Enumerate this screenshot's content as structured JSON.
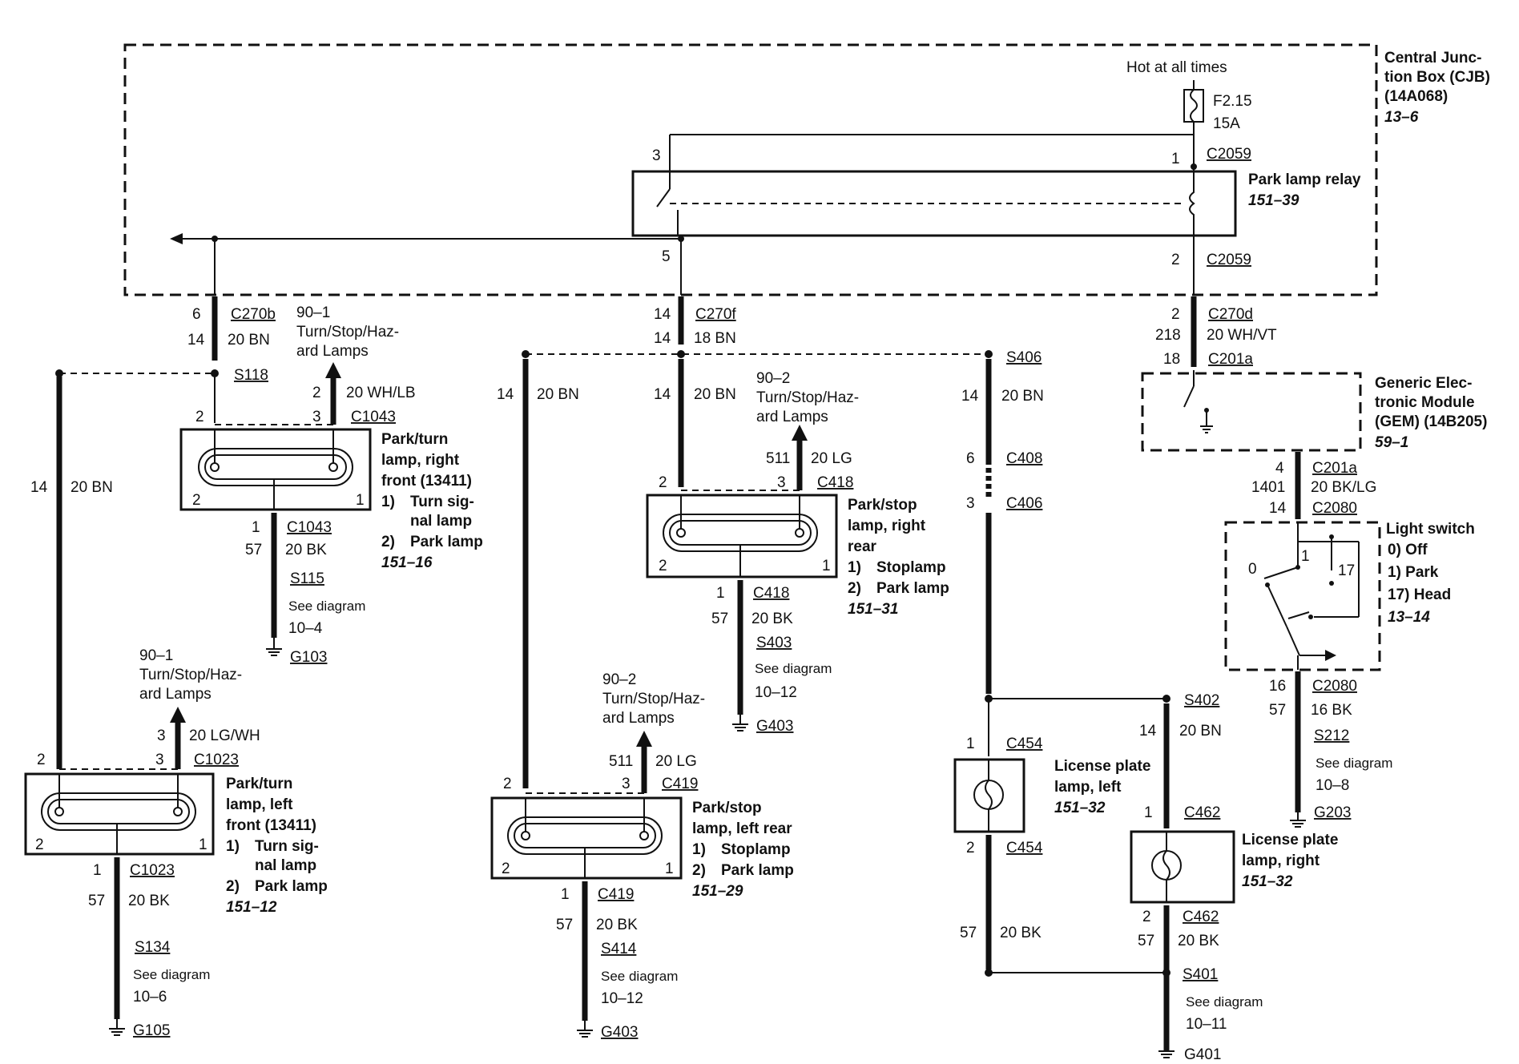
{
  "cjb": {
    "name_lines": [
      "Central Junc-",
      "tion Box (CJB)",
      "(14A068)"
    ],
    "ref": "13–6",
    "hot": "Hot at all times",
    "fuse": "F2.15",
    "fuse_rating": "15A",
    "relay_name": "Park lamp relay",
    "relay_ref": "151–39",
    "pin3": "3",
    "pin1": "1",
    "pin5": "5",
    "pin2": "2",
    "conn_top": "C2059",
    "conn_bottom": "C2059"
  },
  "left_feed": {
    "pin": "6",
    "conn": "C270b",
    "circuit": "14",
    "wire": "20 BN",
    "splice": "S118"
  },
  "ref_901_top": {
    "lines": [
      "90–1",
      "Turn/Stop/Haz-",
      "ard Lamps"
    ]
  },
  "park_rf": {
    "conn_pin_a": "2",
    "conn_pin_b": "3",
    "conn": "C1043",
    "circuit": "2",
    "wire": "20 WH/LB",
    "pin_l": "2",
    "pin_r": "1",
    "name_lines": [
      "Park/turn",
      "lamp, right",
      "front (13411)"
    ],
    "items": [
      "1)   Turn signal lamp",
      "2)   Park lamp"
    ],
    "item_lines": [
      "1)",
      "Turn sig-",
      "nal lamp",
      "2)",
      "Park lamp"
    ],
    "ref": "151–16",
    "gnd_pin": "1",
    "gnd_conn": "C1043",
    "gnd_circuit": "57",
    "gnd_wire": "20 BK",
    "splice": "S115",
    "see": "See diagram",
    "see_ref": "10–4",
    "ground": "G103"
  },
  "left_bus": {
    "circuit": "14",
    "wire": "20 BN"
  },
  "ref_901_bottom": {
    "lines": [
      "90–1",
      "Turn/Stop/Haz-",
      "ard Lamps"
    ]
  },
  "park_lf": {
    "conn_pin_a": "2",
    "conn_pin_b": "3",
    "conn": "C1023",
    "circuit": "3",
    "wire": "20 LG/WH",
    "pin_l": "2",
    "pin_r": "1",
    "name_lines": [
      "Park/turn",
      "lamp, left",
      "front (13411)"
    ],
    "item_lines": [
      "1)",
      "Turn sig-",
      "nal lamp",
      "2)",
      "Park lamp"
    ],
    "ref": "151–12",
    "gnd_pin": "1",
    "gnd_conn": "C1023",
    "gnd_circuit": "57",
    "gnd_wire": "20 BK",
    "splice": "S134",
    "see": "See diagram",
    "see_ref": "10–6",
    "ground": "G105"
  },
  "mid_feed": {
    "circuit_a": "14",
    "conn": "C270f",
    "circuit_b": "14",
    "wire": "18 BN"
  },
  "mid_left_bus": {
    "circuit": "14",
    "wire": "20 BN"
  },
  "mid_right_bus": {
    "circuit": "14",
    "wire": "20 BN"
  },
  "ref_902_top": {
    "lines": [
      "90–2",
      "Turn/Stop/Haz-",
      "ard Lamps"
    ]
  },
  "park_rr": {
    "conn_pin_a": "2",
    "conn_pin_b": "3",
    "conn": "C418",
    "circuit": "511",
    "wire": "20 LG",
    "pin_l": "2",
    "pin_r": "1",
    "name_lines": [
      "Park/stop",
      "lamp, right",
      "rear"
    ],
    "item_lines": [
      "1)",
      "Stoplamp",
      "2)",
      "Park lamp"
    ],
    "ref": "151–31",
    "gnd_pin": "1",
    "gnd_conn": "C418",
    "gnd_circuit": "57",
    "gnd_wire": "20 BK",
    "splice": "S403",
    "see": "See diagram",
    "see_ref": "10–12",
    "ground": "G403"
  },
  "ref_902_bottom": {
    "lines": [
      "90–2",
      "Turn/Stop/Haz-",
      "ard Lamps"
    ]
  },
  "park_lr": {
    "conn_pin_a": "2",
    "conn_pin_b": "3",
    "conn": "C419",
    "circuit": "511",
    "wire": "20 LG",
    "pin_l": "2",
    "pin_r": "1",
    "name_lines": [
      "Park/stop",
      "lamp, left rear"
    ],
    "item_lines": [
      "1)",
      "Stoplamp",
      "2)",
      "Park lamp"
    ],
    "ref": "151–29",
    "gnd_pin": "1",
    "gnd_conn": "C419",
    "gnd_circuit": "57",
    "gnd_wire": "20 BK",
    "splice": "S414",
    "see": "See diagram",
    "see_ref": "10–12",
    "ground": "G403"
  },
  "license_feed": {
    "splice_top": "S406",
    "circuit": "14",
    "wire": "20 BN",
    "c408_pin": "6",
    "c408": "C408",
    "c406_pin": "3",
    "c406": "C406"
  },
  "lic_left": {
    "pin_top": "1",
    "conn_top": "C454",
    "name_lines": [
      "License plate",
      "lamp, left"
    ],
    "ref": "151–32",
    "pin_bot": "2",
    "conn_bot": "C454",
    "circuit": "57",
    "wire": "20 BK"
  },
  "lic_right": {
    "splice": "S402",
    "circuit_feed": "14",
    "wire_feed": "20 BN",
    "pin_top": "1",
    "conn_top": "C462",
    "name_lines": [
      "License plate",
      "lamp, right"
    ],
    "ref": "151–32",
    "pin_bot": "2",
    "conn_bot": "C462",
    "circuit": "57",
    "wire": "20 BK",
    "splice_gnd": "S401",
    "see": "See diagram",
    "see_ref": "10–11",
    "ground": "G401"
  },
  "gem_feed": {
    "pin_a": "2",
    "conn_a": "C270d",
    "circuit": "218",
    "wire": "20 WH/VT",
    "pin_b": "18",
    "conn_b": "C201a"
  },
  "gem": {
    "name_lines": [
      "Generic Elec-",
      "tronic Module",
      "(GEM) (14B205)"
    ],
    "ref": "59–1"
  },
  "gem_to_switch": {
    "pin_a": "4",
    "conn_a": "C201a",
    "circuit": "1401",
    "wire": "20 BK/LG",
    "pin_b": "14",
    "conn_b": "C2080"
  },
  "light_switch": {
    "name": "Light switch",
    "positions": [
      "0)   Off",
      "1)   Park",
      "17) Head"
    ],
    "pos_labels": [
      "0",
      "1",
      "17"
    ],
    "ref": "13–14",
    "pin_out": "16",
    "conn_out": "C2080",
    "circuit": "57",
    "wire": "16 BK",
    "splice": "S212",
    "see": "See diagram",
    "see_ref": "10–8",
    "ground": "G203"
  }
}
